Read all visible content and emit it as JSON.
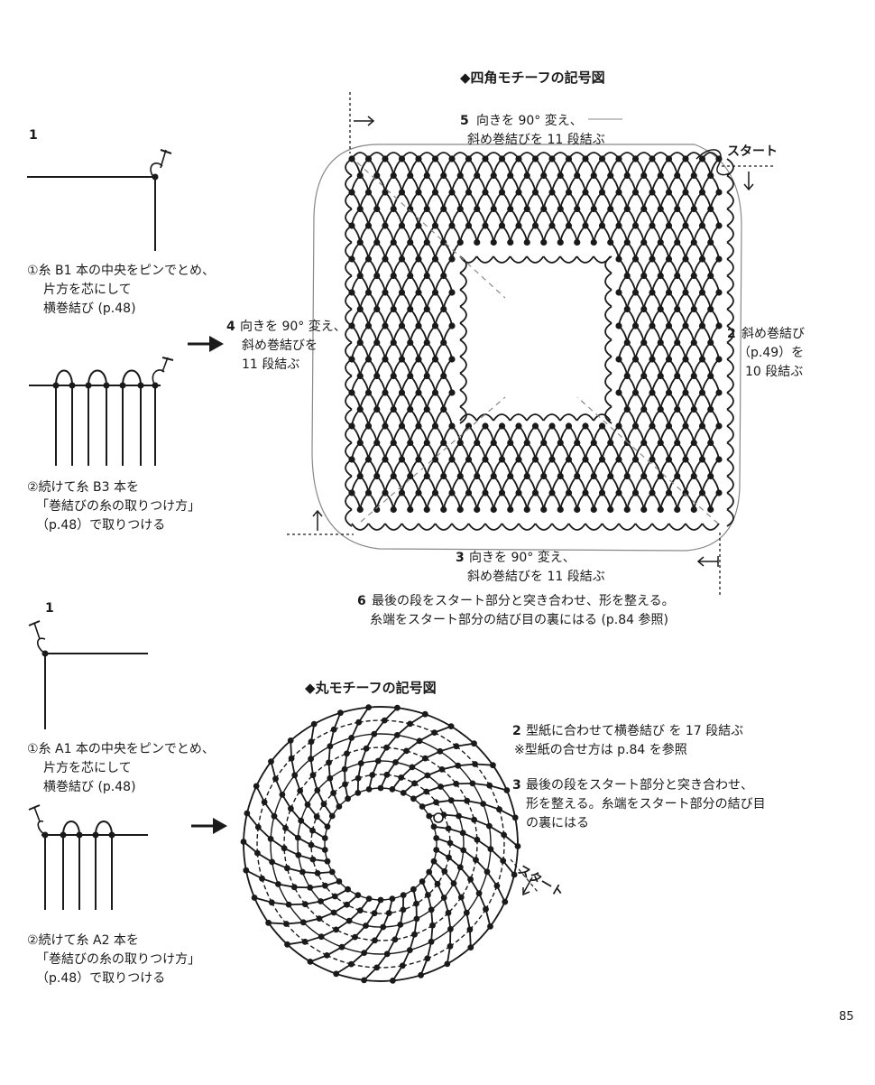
{
  "page_number": "85",
  "square": {
    "title": "◆四角モチーフの記号図",
    "start_label": "スタート",
    "step5": {
      "num": "5",
      "line1": "向きを 90°  変え、",
      "line2": "斜め巻結びを 11 段結ぶ"
    },
    "step4": {
      "num": "4",
      "line1": "向きを 90°  変え、",
      "line2": "斜め巻結びを",
      "line3": "11 段結ぶ"
    },
    "step2": {
      "num": "2",
      "line1": "斜め巻結び",
      "line2": "（p.49）を",
      "line3": "10 段結ぶ"
    },
    "step3": {
      "num": "3",
      "line1": "向きを 90°  変え、",
      "line2": "斜め巻結びを 11 段結ぶ"
    },
    "step6": {
      "num": "6",
      "line1": "最後の段をスタート部分と突き合わせ、形を整える。",
      "line2": "糸端をスタート部分の結び目の裏にはる (p.84 参照)"
    }
  },
  "left_top": {
    "step1_num": "1",
    "caption1": [
      "①糸 B1 本の中央をピンでとめ、",
      "片方を芯にして",
      "横巻結び (p.48)"
    ],
    "caption2": [
      "②続けて糸 B3 本を",
      "「巻結びの糸の取りつけ方」",
      "（p.48）で取りつける"
    ]
  },
  "left_bottom": {
    "step1_num": "1",
    "caption1": [
      "①糸 A1 本の中央をピンでとめ、",
      "片方を芯にして",
      "横巻結び (p.48)"
    ],
    "caption2": [
      "②続けて糸 A2 本を",
      "「巻結びの糸の取りつけ方」",
      "（p.48）で取りつける"
    ]
  },
  "round": {
    "title": "◆丸モチーフの記号図",
    "start_label": "スタート",
    "step2": {
      "num": "2",
      "line1": "型紙に合わせて横巻結び を 17 段結ぶ",
      "line2": "※型紙の合せ方は p.84 を参照"
    },
    "step3": {
      "num": "3",
      "line1": "最後の段をスタート部分と突き合わせ、",
      "line2": "形を整える。糸端をスタート部分の結び目",
      "line3": "の裏にはる"
    }
  }
}
